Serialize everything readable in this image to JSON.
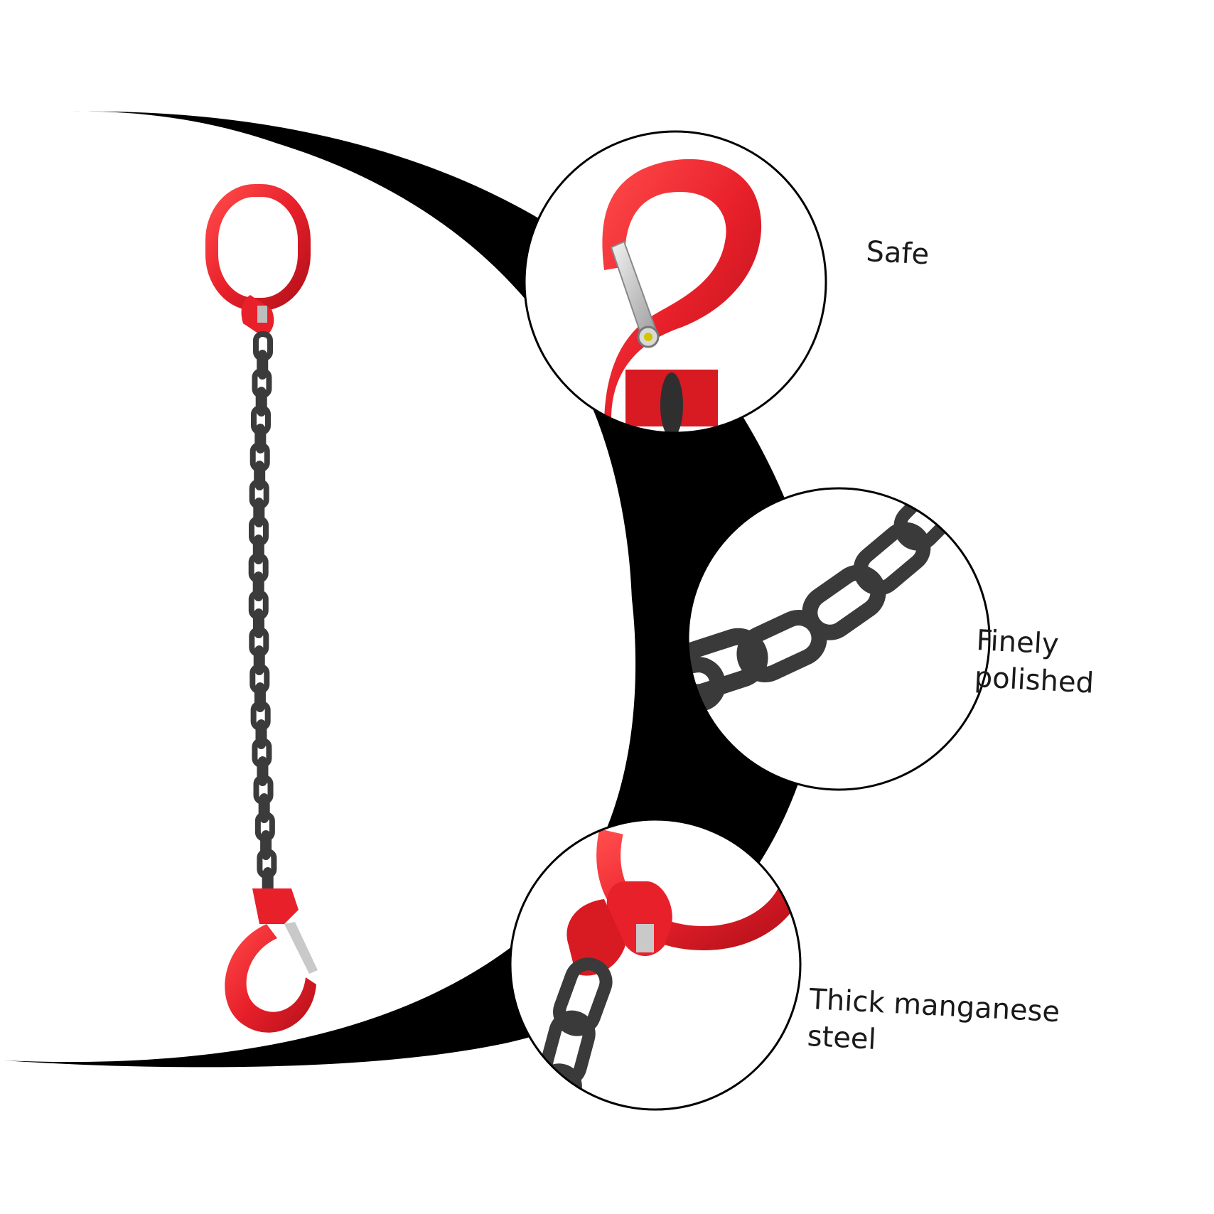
{
  "features": {
    "safe": "Safe",
    "polished": "Finely polished",
    "steel": "Thick manganese steel"
  },
  "colors": {
    "background": "#ffffff",
    "arc": "#000000",
    "hook_red": "#e8202a",
    "chain_dark": "#3b3b3b",
    "latch_silver": "#c9c9c9"
  },
  "icons": [
    "chain-sling-image",
    "hook-closeup-image",
    "chain-links-closeup-image",
    "master-link-closeup-image"
  ]
}
